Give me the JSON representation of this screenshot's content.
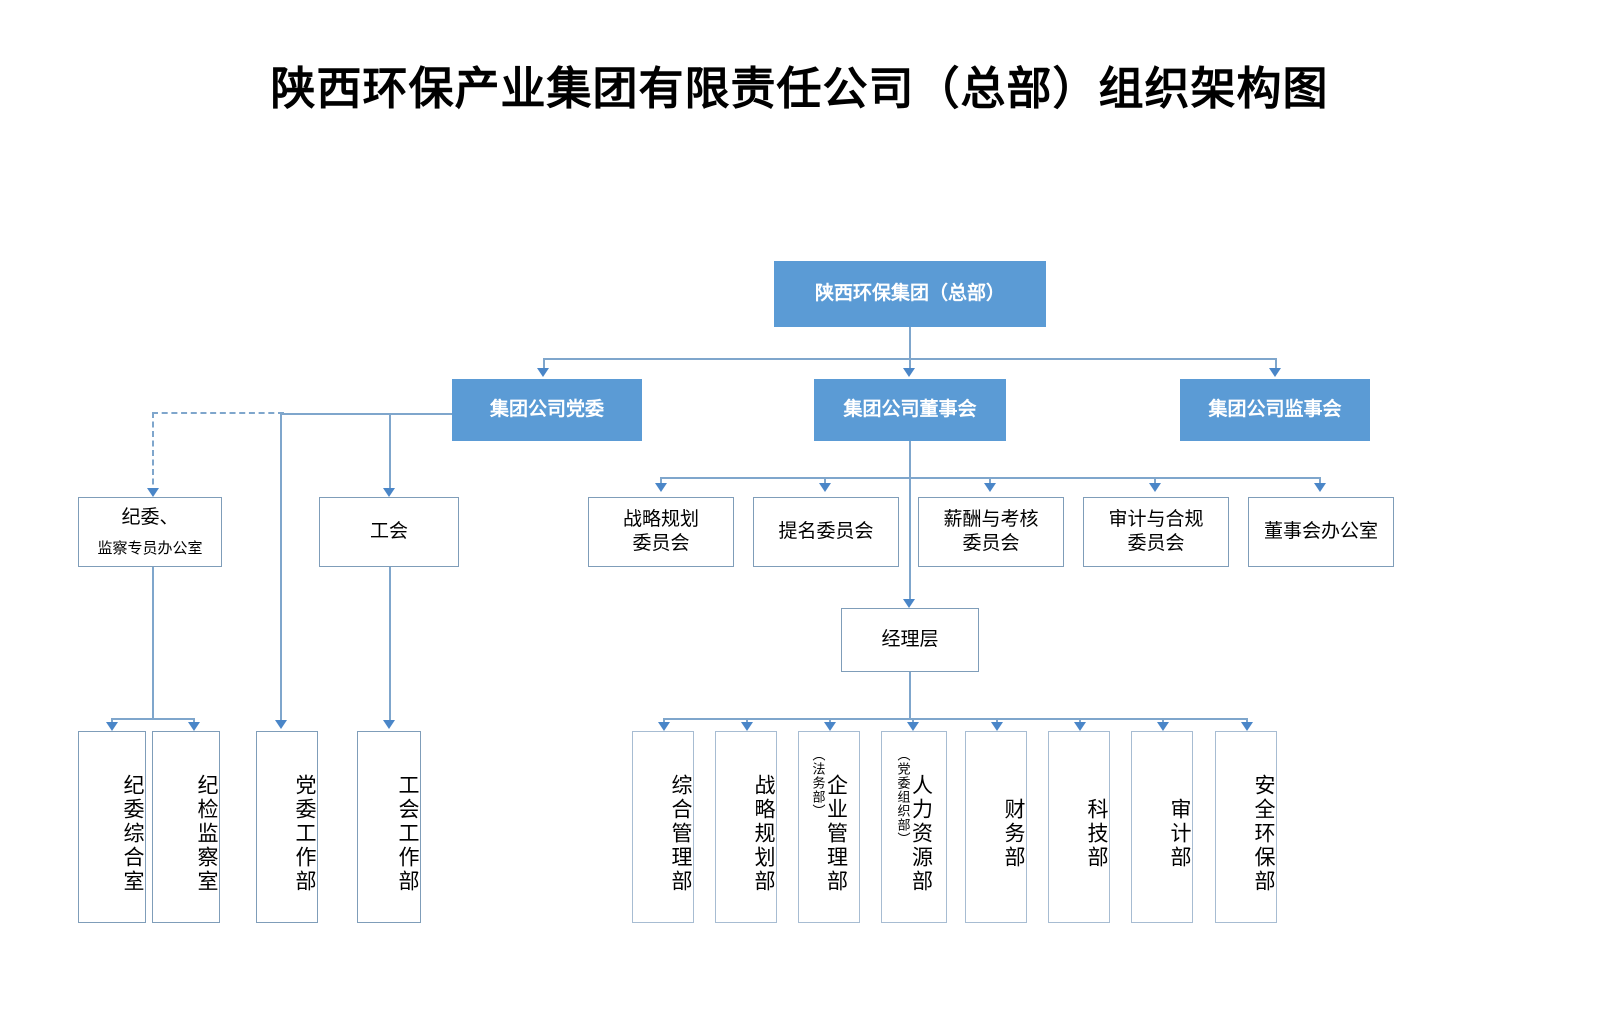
{
  "title": "陕西环保产业集团有限责任公司（总部）组织架构图",
  "colors": {
    "accent_blue": "#5B9BD5",
    "connector_blue": "#7FA6CC",
    "arrow_blue": "#4A86C8",
    "box_border": "#7F9DB9",
    "background": "#FFFFFF",
    "text_dark": "#000000",
    "text_light": "#FFFFFF"
  },
  "chart_data": {
    "type": "diagram",
    "diagram_kind": "org-chart",
    "title": "陕西环保产业集团有限责任公司（总部）组织架构图",
    "root": "陕西环保集团（总部）",
    "levels": [
      {
        "level": 0,
        "nodes": [
          "陕西环保集团（总部）"
        ]
      },
      {
        "level": 1,
        "nodes": [
          "集团公司党委",
          "集团公司董事会",
          "集团公司监事会"
        ]
      },
      {
        "level": 2,
        "nodes": [
          "纪委、监察专员办公室",
          "工会",
          "战略规划委员会",
          "提名委员会",
          "薪酬与考核委员会",
          "审计与合规委员会",
          "董事会办公室"
        ]
      },
      {
        "level": 3,
        "nodes": [
          "经理层"
        ]
      },
      {
        "level": 4,
        "nodes": [
          "纪委综合室",
          "纪检监察室",
          "党委工作部",
          "工会工作部",
          "综合管理部",
          "战略规划部",
          "企业管理部（法务部）",
          "人力资源部（党委组织部）",
          "财务部",
          "科技部",
          "审计部",
          "安全环保部"
        ]
      }
    ],
    "edges": [
      {
        "from": "陕西环保集团（总部）",
        "to": "集团公司党委",
        "style": "solid"
      },
      {
        "from": "陕西环保集团（总部）",
        "to": "集团公司董事会",
        "style": "solid"
      },
      {
        "from": "陕西环保集团（总部）",
        "to": "集团公司监事会",
        "style": "solid"
      },
      {
        "from": "集团公司党委",
        "to": "纪委、监察专员办公室",
        "style": "dashed"
      },
      {
        "from": "集团公司党委",
        "to": "工会",
        "style": "solid"
      },
      {
        "from": "集团公司党委",
        "to": "党委工作部",
        "style": "solid"
      },
      {
        "from": "纪委、监察专员办公室",
        "to": "纪委综合室",
        "style": "solid"
      },
      {
        "from": "纪委、监察专员办公室",
        "to": "纪检监察室",
        "style": "solid"
      },
      {
        "from": "工会",
        "to": "工会工作部",
        "style": "solid"
      },
      {
        "from": "集团公司董事会",
        "to": "战略规划委员会",
        "style": "solid"
      },
      {
        "from": "集团公司董事会",
        "to": "提名委员会",
        "style": "solid"
      },
      {
        "from": "集团公司董事会",
        "to": "薪酬与考核委员会",
        "style": "solid"
      },
      {
        "from": "集团公司董事会",
        "to": "审计与合规委员会",
        "style": "solid"
      },
      {
        "from": "集团公司董事会",
        "to": "董事会办公室",
        "style": "solid"
      },
      {
        "from": "集团公司董事会",
        "to": "经理层",
        "style": "solid"
      },
      {
        "from": "经理层",
        "to": "综合管理部",
        "style": "solid"
      },
      {
        "from": "经理层",
        "to": "战略规划部",
        "style": "solid"
      },
      {
        "from": "经理层",
        "to": "企业管理部（法务部）",
        "style": "solid"
      },
      {
        "from": "经理层",
        "to": "人力资源部（党委组织部）",
        "style": "solid"
      },
      {
        "from": "经理层",
        "to": "财务部",
        "style": "solid"
      },
      {
        "from": "经理层",
        "to": "科技部",
        "style": "solid"
      },
      {
        "from": "经理层",
        "to": "审计部",
        "style": "solid"
      },
      {
        "from": "经理层",
        "to": "安全环保部",
        "style": "solid"
      }
    ]
  },
  "nodes": {
    "root": {
      "label": "陕西环保集团（总部）"
    },
    "party_committee": {
      "label": "集团公司党委"
    },
    "board_of_directors": {
      "label": "集团公司董事会"
    },
    "board_of_supervisors": {
      "label": "集团公司监事会"
    },
    "discipline_office": {
      "line1": "纪委、",
      "line2": "监察专员办公室"
    },
    "labor_union": {
      "label": "工会"
    },
    "committee_strategy": {
      "label": "战略规划\n委员会",
      "line1": "战略规划",
      "line2": "委员会"
    },
    "committee_nomination": {
      "label": "提名委员会"
    },
    "committee_compensation": {
      "line1": "薪酬与考核",
      "line2": "委员会"
    },
    "committee_audit_compliance": {
      "line1": "审计与合规",
      "line2": "委员会"
    },
    "board_office": {
      "label": "董事会办公室"
    },
    "management_layer": {
      "label": "经理层"
    },
    "dept_discipline_general": {
      "label": "纪委综合室"
    },
    "dept_discipline_inspection": {
      "label": "纪检监察室"
    },
    "dept_party_work": {
      "label": "党委工作部"
    },
    "dept_union_work": {
      "label": "工会工作部"
    },
    "dept_general_mgmt": {
      "label": "综合管理部"
    },
    "dept_strategy_planning": {
      "label": "战略规划部"
    },
    "dept_enterprise_mgmt": {
      "main": "企业管理部",
      "sub": "（法务部）"
    },
    "dept_human_resources": {
      "main": "人力资源部",
      "sub": "（党委组织部）"
    },
    "dept_finance": {
      "label": "财务部"
    },
    "dept_technology": {
      "label": "科技部"
    },
    "dept_audit": {
      "label": "审计部"
    },
    "dept_safety_environment": {
      "label": "安全环保部"
    }
  }
}
